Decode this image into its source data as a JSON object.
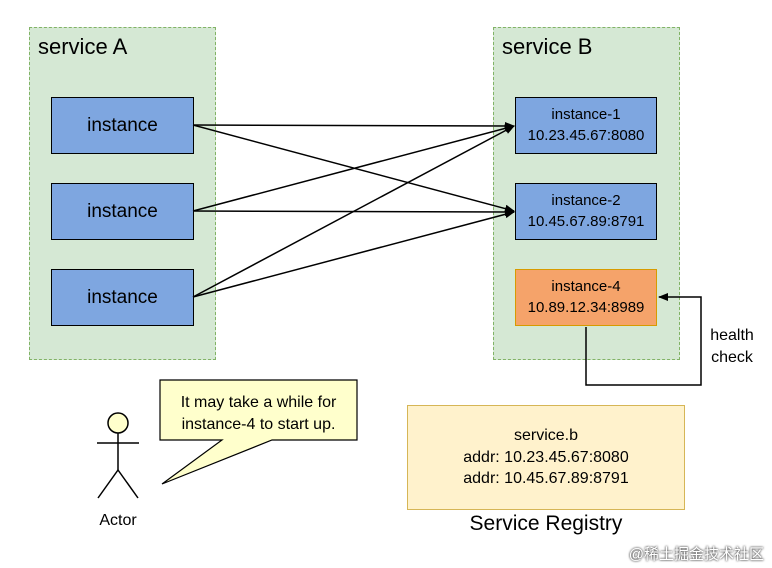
{
  "service_a": {
    "title": "service A",
    "instances": [
      "instance",
      "instance",
      "instance"
    ]
  },
  "service_b": {
    "title": "service B",
    "instance_1": {
      "name": "instance-1",
      "addr": "10.23.45.67:8080"
    },
    "instance_2": {
      "name": "instance-2",
      "addr": "10.45.67.89:8791"
    },
    "instance_4": {
      "name": "instance-4",
      "addr": "10.89.12.34:8989"
    }
  },
  "health_check": {
    "line1": "health",
    "line2": "check"
  },
  "callout": {
    "line1": "It may take a while for",
    "line2": "instance-4 to start up."
  },
  "actor": {
    "label": "Actor"
  },
  "registry": {
    "name": "service.b",
    "addr1": "addr: 10.23.45.67:8080",
    "addr2": "addr: 10.45.67.89:8791",
    "title": "Service Registry"
  },
  "watermark": "@稀土掘金技术社区",
  "colors": {
    "group_fill": "#d5e8d4",
    "instance_blue": "#7ea6e0",
    "instance_orange": "#f5a36a",
    "registry_fill": "#fff2cc",
    "callout_fill": "#ffffcc"
  }
}
